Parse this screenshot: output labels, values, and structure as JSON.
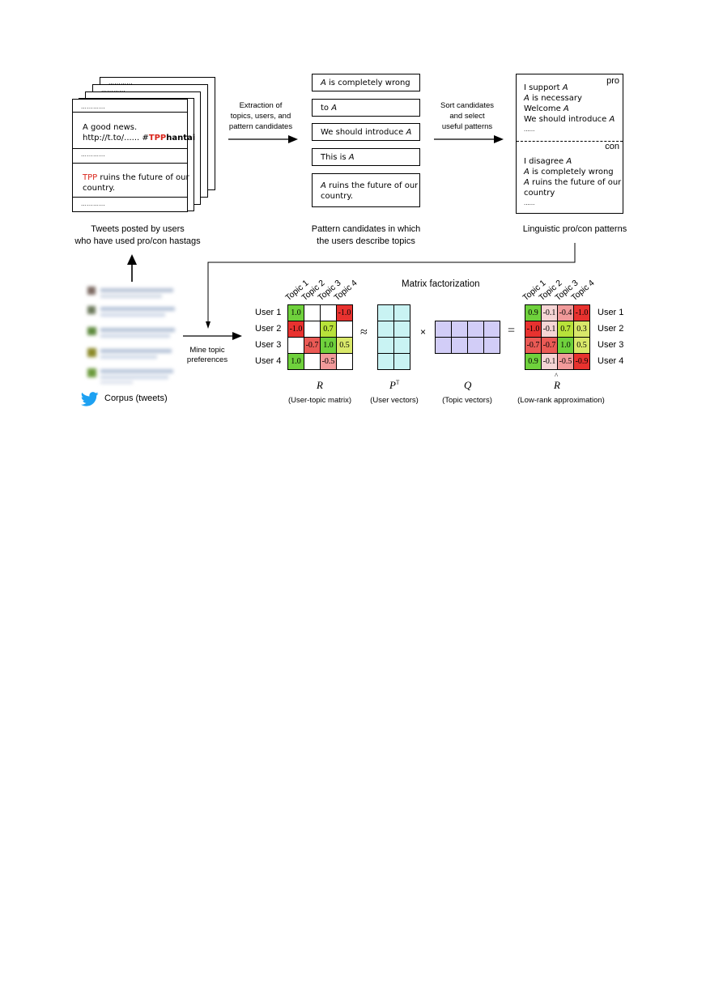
{
  "tweets": {
    "dots": "…………",
    "news_line1": "A good news.",
    "news_line2_prefix": "http://t.to/...... #",
    "news_hashtag_red": "TPP",
    "news_hashtag_black": "hantai",
    "ruins_red": "TPP",
    "ruins_rest": " ruins the future of our",
    "ruins_line2": "country.",
    "caption_line1": "Tweets posted by users",
    "caption_line2": "who have used pro/con hastags"
  },
  "arrow1_label": [
    "Extraction of",
    "topics, users, and",
    "pattern candidates"
  ],
  "candidates": {
    "items": [
      {
        "italic": "A",
        "text": " is completely wrong"
      },
      {
        "pre": "to ",
        "italic": "A"
      },
      {
        "pre": "We should introduce ",
        "italic": "A"
      },
      {
        "pre": "This is ",
        "italic": "A"
      },
      {
        "italic": "A",
        "text": " ruins the future of our",
        "line2": "country."
      }
    ],
    "caption_line1": "Pattern candidates in which",
    "caption_line2": "the users describe topics"
  },
  "arrow2_label": [
    "Sort candidates",
    "and select",
    "useful patterns"
  ],
  "patterns": {
    "pro_label": "pro",
    "con_label": "con",
    "pro_items": [
      {
        "pre": "I support ",
        "italic": "A"
      },
      {
        "italic": "A",
        "text": " is necessary"
      },
      {
        "pre": "Welcome ",
        "italic": "A"
      },
      {
        "pre": "We should introduce ",
        "italic": "A"
      },
      {
        "pre": "......"
      }
    ],
    "con_items": [
      {
        "pre": "I disagree ",
        "italic": "A"
      },
      {
        "italic": "A",
        "text": " is completely wrong"
      },
      {
        "italic": "A",
        "text": " ruins the future of our"
      },
      {
        "pre": "country"
      },
      {
        "pre": "......"
      }
    ],
    "caption": "Linguistic pro/con patterns"
  },
  "corpus_label": "Corpus (tweets)",
  "mine_label": [
    "Mine topic",
    "preferences"
  ],
  "mf_title": "Matrix factorization",
  "topics": [
    "Topic 1",
    "Topic 2",
    "Topic 3",
    "Topic 4"
  ],
  "users": [
    "User 1",
    "User 2",
    "User 3",
    "User 4"
  ],
  "R": {
    "symbol": "R",
    "caption": "(User-topic matrix)",
    "cells": [
      [
        "1.0",
        "",
        "",
        "-1.0"
      ],
      [
        "-1.0",
        "",
        "0.7",
        ""
      ],
      [
        "",
        "-0.7",
        "1.0",
        "0.5"
      ],
      [
        "1.0",
        "",
        "-0.5",
        ""
      ]
    ]
  },
  "approx_symbol": "≈",
  "P": {
    "symbol": "P",
    "sup": "T",
    "caption": "(User vectors)"
  },
  "times_symbol": "×",
  "Q": {
    "symbol": "Q",
    "caption": "(Topic vectors)"
  },
  "equals_symbol": "=",
  "Rhat": {
    "symbol": "R",
    "hat": "^",
    "caption": "(Low-rank approximation)",
    "cells": [
      [
        "0.9",
        "-0.1",
        "-0.4",
        "-1.0"
      ],
      [
        "-1.0",
        "-0.1",
        "0.7",
        "0.3"
      ],
      [
        "-0.7",
        "-0.7",
        "1.0",
        "0.5"
      ],
      [
        "0.9",
        "-0.1",
        "-0.5",
        "-0.9"
      ]
    ]
  },
  "colors": {
    "p_fill": "#c9f3f3",
    "q_fill": "#d2cdf7",
    "twitter_blue": "#1da1f2",
    "red_text": "#d9261c"
  }
}
